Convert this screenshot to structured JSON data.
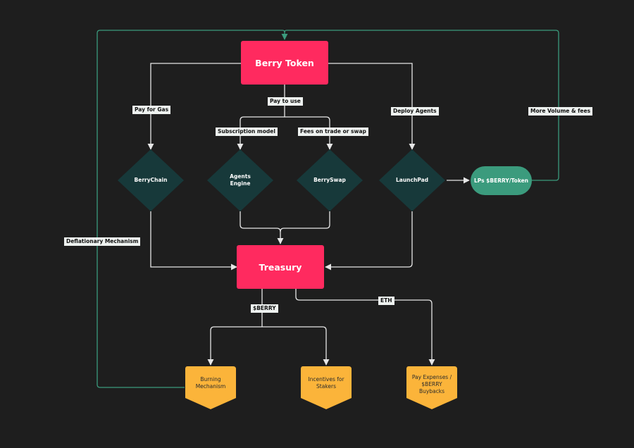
{
  "colors": {
    "background": "#1e1e1e",
    "token_pink": "#ff2a5f",
    "diamond_teal": "#17393a",
    "pill_green": "#3b9b7d",
    "output_yellow": "#fbb43a",
    "line_white": "#e6e6e6",
    "line_green": "#3b9b7d"
  },
  "nodes": {
    "berry_token": "Berry Token",
    "berrychain": "BerryChain",
    "agents_engine": "Agents\nEngine",
    "berryswap": "BerrySwap",
    "launchpad": "LaunchPad",
    "lps": "LPs $BERRY/Token",
    "treasury": "Treasury",
    "burning": "Burning\nMechanism",
    "incentives": "Incentives for\nStakers",
    "pay_expenses": "Pay Expenses /\n$BERRY\nBuybacks"
  },
  "edge_labels": {
    "pay_for_gas": "Pay for Gas",
    "pay_to_use": "Pay to use",
    "subscription_model": "Subscription model",
    "fees_on_trade": "Fees on trade or swap",
    "deploy_agents": "Deploy Agents",
    "more_volume": "More Volume & fees",
    "deflationary": "Deflationary Mechanism",
    "sberry": "$BERRY",
    "eth": "ETH"
  }
}
